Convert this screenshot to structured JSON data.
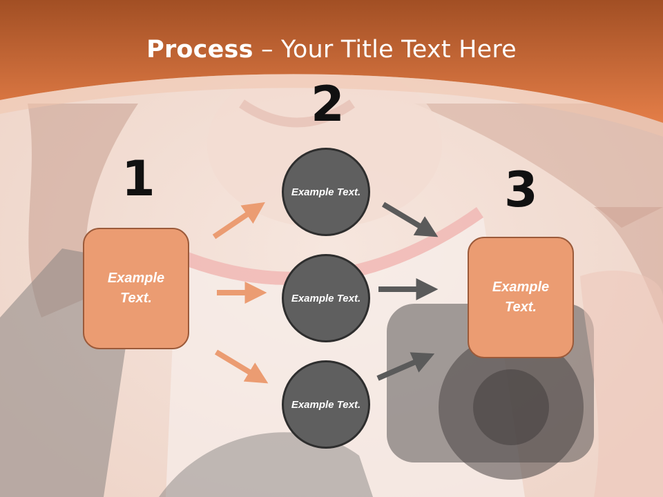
{
  "slide": {
    "title_bold": "Process",
    "title_rest": " – Your Title Text Here",
    "step_numbers": [
      "1",
      "2",
      "3"
    ],
    "box_left_text": "Example Text.",
    "box_right_text": "Example Text.",
    "circles": [
      "Example Text.",
      "Example Text.",
      "Example Text."
    ]
  },
  "colors": {
    "header": "#e07a45",
    "box_fill": "#eb9c72",
    "circle_fill": "#5f5f5f",
    "arrow_orange": "#eb9c72",
    "arrow_gray": "#5a5a5a"
  },
  "icons": [
    "arrow-right",
    "arrow-up-right",
    "arrow-down-right"
  ]
}
